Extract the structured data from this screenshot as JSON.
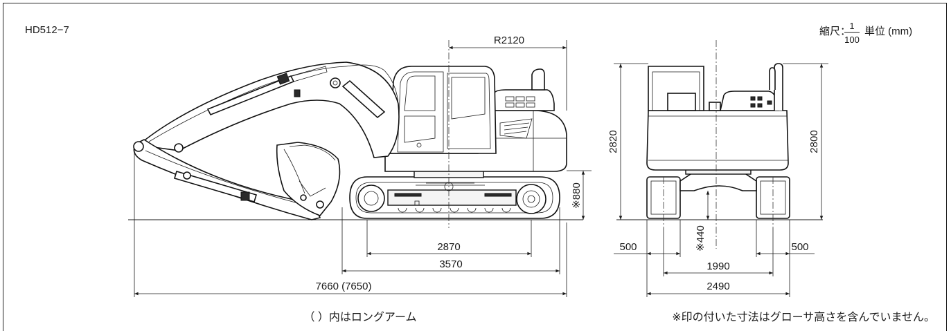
{
  "model": "HD512−7",
  "scale": {
    "label": "縮尺：",
    "numerator": "1",
    "denominator": "100",
    "unit": "単位 (mm)"
  },
  "side_view": {
    "tail_radius": "R2120",
    "ground_clearance": "※880",
    "tumbler_distance": "2870",
    "track_length": "3570",
    "overall_length": "7660 (7650)"
  },
  "rear_view": {
    "cab_height": "2820",
    "overall_height": "2800",
    "min_ground_clearance": "※440",
    "shoe_width_left": "500",
    "shoe_width_right": "500",
    "track_gauge": "1990",
    "overall_width": "2490"
  },
  "notes": {
    "long_arm": "（ ）内はロングアーム",
    "grouser": "※印の付いた寸法はグローサ高さを含んでいません。"
  }
}
